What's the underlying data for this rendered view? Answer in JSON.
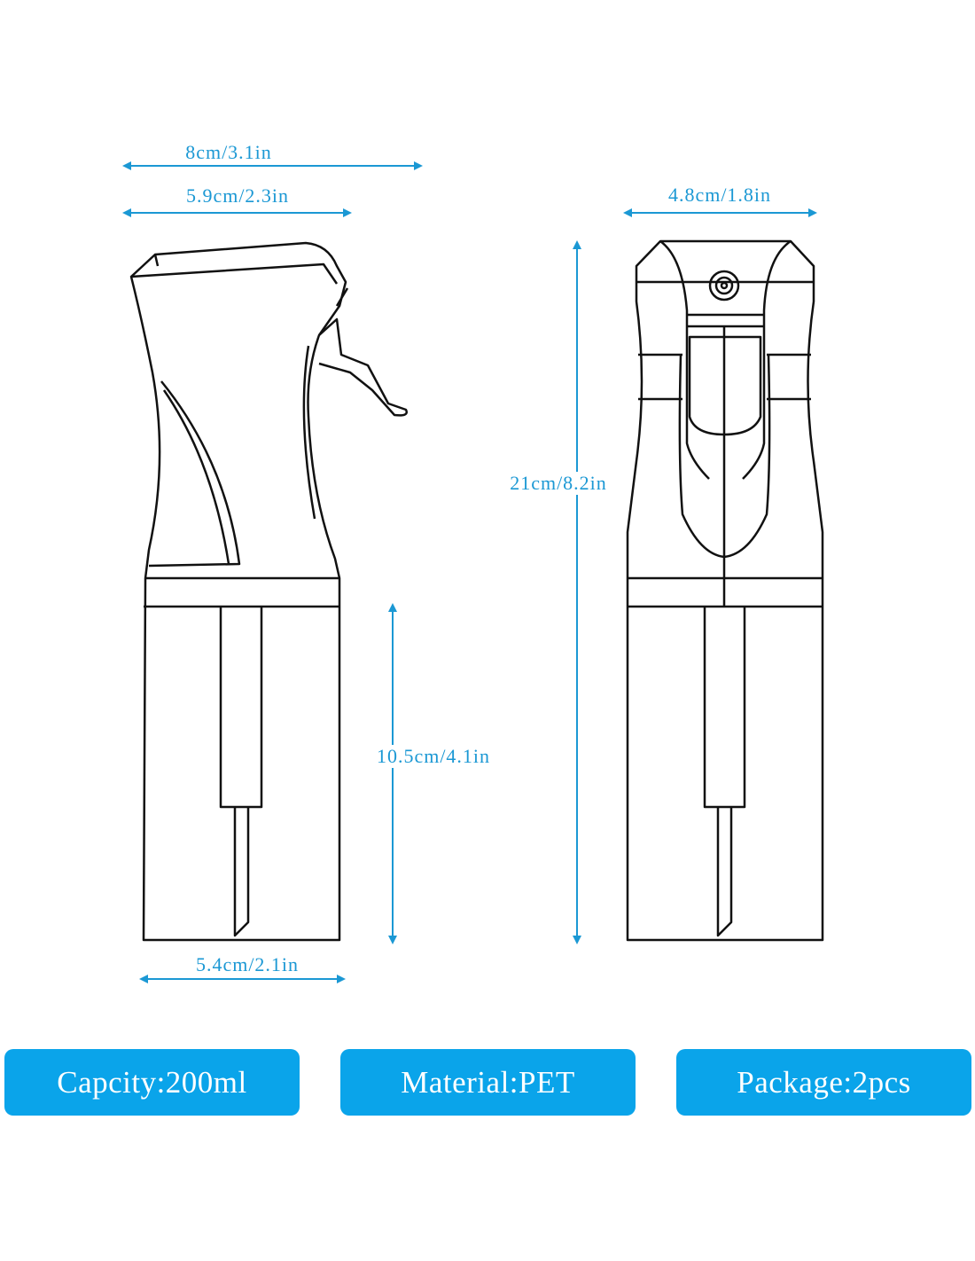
{
  "dimensions": {
    "side_total_width": "8cm/3.1in",
    "side_body_width": "5.9cm/2.3in",
    "front_width": "4.8cm/1.8in",
    "total_height": "21cm/8.2in",
    "body_height": "10.5cm/4.1in",
    "base_width": "5.4cm/2.1in"
  },
  "badges": {
    "capacity": "Capcity:200ml",
    "material": "Material:PET",
    "package": "Package:2pcs"
  },
  "colors": {
    "accent": "#0aa4ea",
    "dimension": "#1b98d4",
    "line": "#111111"
  }
}
